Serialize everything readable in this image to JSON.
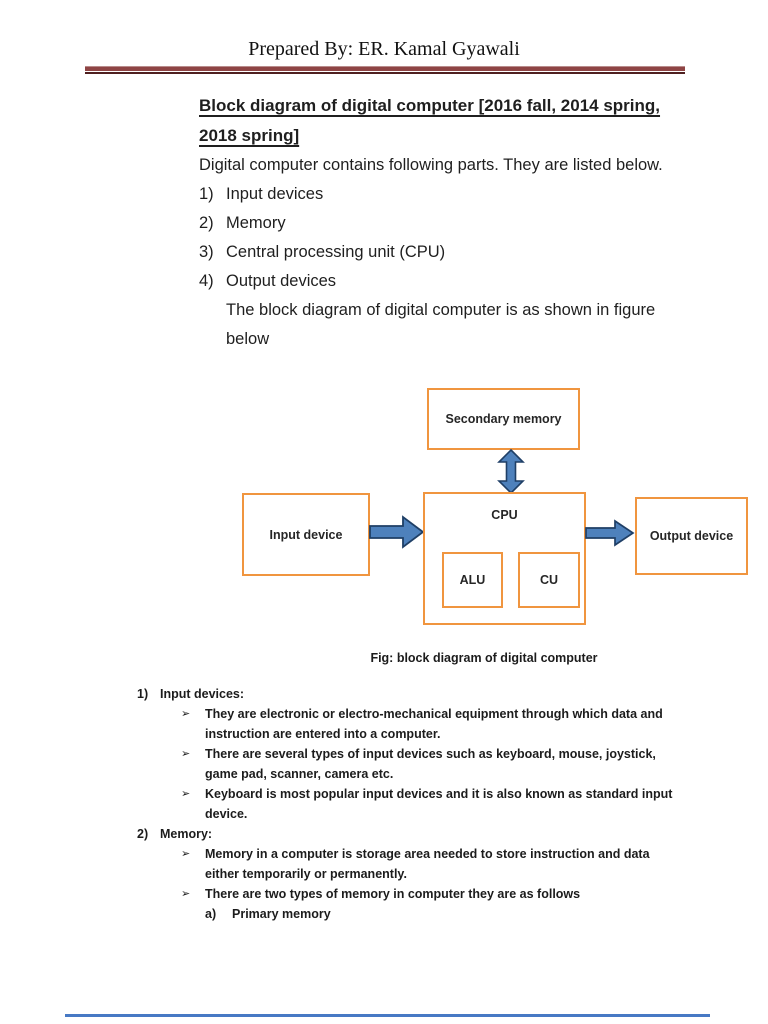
{
  "header": {
    "title": "Prepared By: ER. Kamal Gyawali"
  },
  "doc": {
    "heading": "Block diagram of digital computer [2016 fall, 2014 spring, 2018 spring]",
    "intro": "Digital computer contains following parts. They are listed below.",
    "parts_list": [
      {
        "num": "1)",
        "text": "Input devices"
      },
      {
        "num": "2)",
        "text": "Memory"
      },
      {
        "num": "3)",
        "text": "Central processing unit (CPU)"
      },
      {
        "num": "4)",
        "text": "Output devices"
      }
    ],
    "figure_intro": "The block diagram of digital computer is as shown in figure below",
    "diagram": {
      "boxes": {
        "secondary_memory": "Secondary memory",
        "input_device": "Input device",
        "cpu": "CPU",
        "alu": "ALU",
        "cu": "CU",
        "output_device": "Output device"
      },
      "box_border_color": "#F0953F",
      "arrow_fill": "#4E81BC",
      "arrow_stroke": "#1F3F66"
    },
    "figure_caption": "Fig: block diagram of digital computer",
    "bullet_glyph": "➢",
    "sections": [
      {
        "num": "1)",
        "title": "Input devices:",
        "bullets": [
          "They are electronic or electro-mechanical equipment through which data and instruction are entered into a computer.",
          "There are several types of input devices such as keyboard, mouse, joystick, game pad, scanner, camera etc.",
          "Keyboard is most popular input devices and it is also known as standard input device."
        ]
      },
      {
        "num": "2)",
        "title": "Memory:",
        "bullets": [
          "Memory in a computer is storage area needed to store instruction and data either temporarily or permanently.",
          "There are two types of memory in computer they are as follows"
        ],
        "sub_items": [
          {
            "num": "a)",
            "text": "Primary memory"
          }
        ]
      }
    ],
    "rule_color": "#8e4444",
    "bottom_line_color": "#4779c4"
  }
}
